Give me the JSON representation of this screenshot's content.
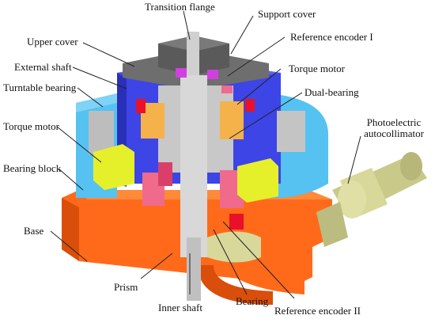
{
  "labels": {
    "transition_flange": "Transition flange",
    "support_cover": "Support cover",
    "upper_cover": "Upper cover",
    "reference_encoder_1": "Reference encoder I",
    "external_shaft": "External shaft",
    "torque_motor_right": "Torque motor",
    "turntable_bearing": "Turntable bearing",
    "dual_bearing": "Dual-bearing",
    "torque_motor_left": "Torque motor",
    "photoelectric_line1": "Photoelectric",
    "photoelectric_line2": "autocollimator",
    "bearing_block": "Bearing block",
    "base": "Base",
    "prism": "Prism",
    "inner_shaft": "Inner shaft",
    "bearing": "Bearing",
    "reference_encoder_2": "Reference encoder II"
  },
  "colors": {
    "base": "#ff6a1a",
    "base_dark": "#d94e0a",
    "outer_housing": "#55c2f2",
    "blue_body": "#3d45e6",
    "blue_dark": "#2a2fb8",
    "top_cover": "#6e6e6e",
    "flange": "#5a5a5a",
    "gray_part": "#c8c8c8",
    "yellow_green": "#e6f02a",
    "olive": "#c9c98a",
    "pink": "#f06a8c",
    "red": "#e8102a",
    "orange_motor": "#f5b24a",
    "magenta": "#d040e0",
    "leader": "#222222"
  }
}
